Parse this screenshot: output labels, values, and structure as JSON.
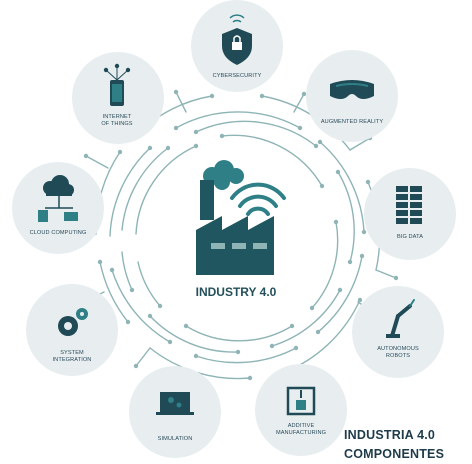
{
  "center": {
    "label": "INDUSTRY 4.0"
  },
  "nodes": {
    "cybersecurity": [
      "CYBERSECURITY"
    ],
    "augmented_reality": [
      "AUGMENTED REALITY"
    ],
    "big_data": [
      "BIG DATA"
    ],
    "autonomous_robots": [
      "AUTONOMOUS",
      "ROBOTS"
    ],
    "additive_manufacturing": [
      "ADDITIVE",
      "MANUFACTURING"
    ],
    "simulation": [
      "SIMULATION"
    ],
    "system_integration": [
      "SYSTEM",
      "INTEGRATION"
    ],
    "cloud_computing": [
      "CLOUD COMPUTING"
    ],
    "internet_of_things": [
      "INTERNET",
      "OF THINGS"
    ]
  },
  "caption": {
    "line1": "INDUSTRIA 4.0",
    "line2": "COMPONENTES"
  },
  "colors": {
    "node_bg": "#e8eef0",
    "icon_dark": "#1f4a56",
    "icon_teal": "#2f7f86",
    "circuit": "#8fb4b6",
    "factory": "#1f5660"
  }
}
